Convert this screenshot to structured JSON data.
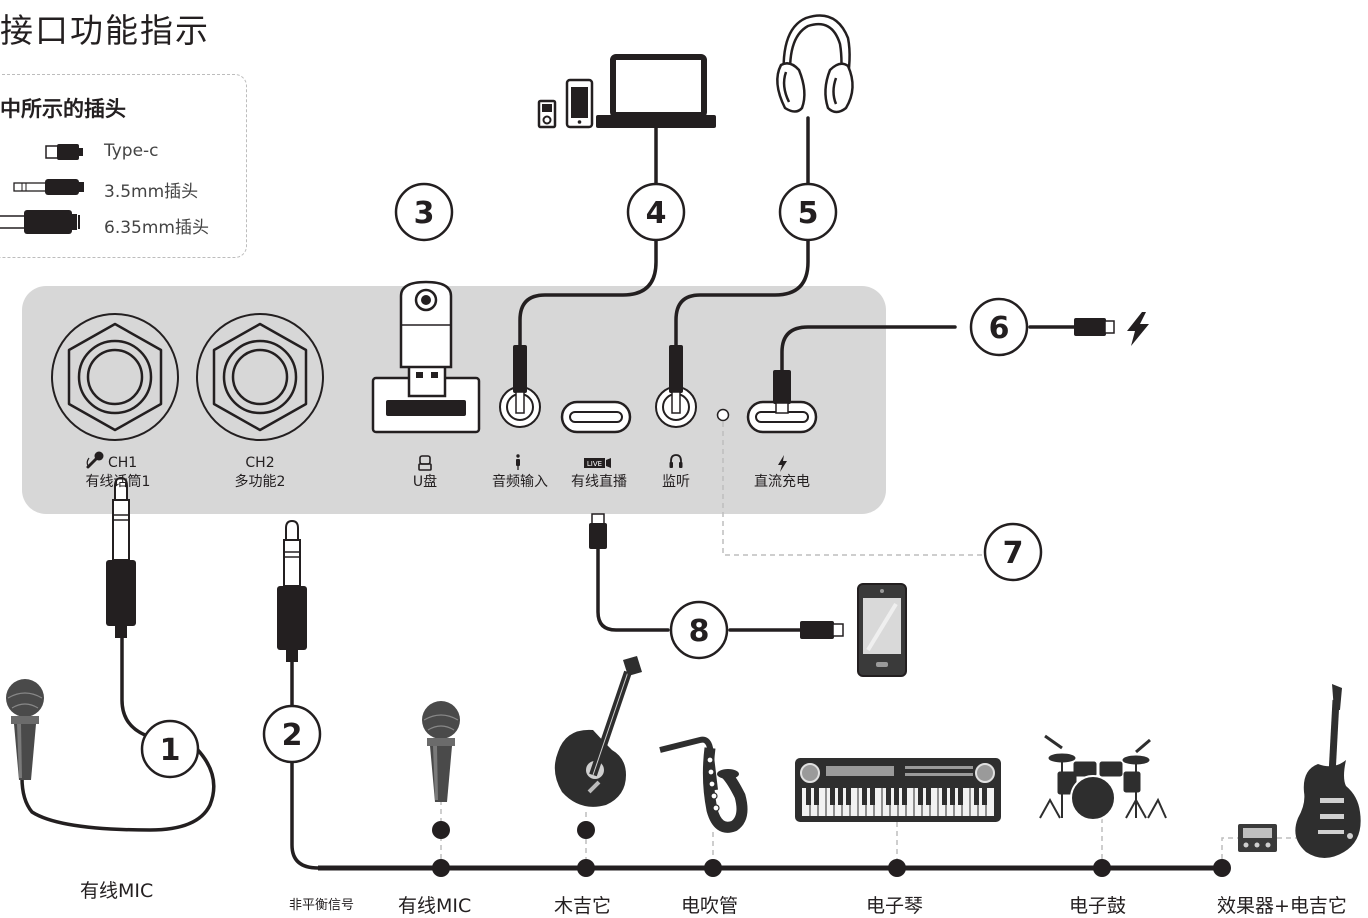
{
  "title": "接口功能指示",
  "legend": {
    "title": "中所示的插头",
    "items": [
      {
        "label": "Type-c",
        "icon": "type-c-plug-icon"
      },
      {
        "label": "3.5mm插头",
        "icon": "3-5mm-plug-icon"
      },
      {
        "label": "6.35mm插头",
        "icon": "6-35mm-plug-icon"
      }
    ]
  },
  "ports": {
    "ch1": {
      "name": "CH1",
      "label": "有线话筒1",
      "icon": "microphone-icon"
    },
    "ch2": {
      "name": "CH2",
      "label": "多功能2"
    },
    "usb": {
      "label": "U盘",
      "icon": "usb-drive-icon"
    },
    "audio_in": {
      "label": "音频输入",
      "icon": "audio-plug-icon"
    },
    "live": {
      "label": "有线直播",
      "icon": "live-camera-icon",
      "badge": "LIVE"
    },
    "monitor": {
      "label": "监听",
      "icon": "headphone-icon"
    },
    "dc": {
      "label": "直流充电",
      "icon": "lightning-icon"
    }
  },
  "numbers": [
    "1",
    "2",
    "3",
    "4",
    "5",
    "6",
    "7",
    "8"
  ],
  "bottom": {
    "left_mic": "有线MIC",
    "unbalanced": "非平衡信号",
    "instruments": [
      "有线MIC",
      "木吉它",
      "电吹管",
      "电子琴",
      "电子鼓",
      "效果器+电吉它"
    ]
  },
  "colors": {
    "panel": "#d7d7d7",
    "ink": "#231f20",
    "dashed": "#bdbdbd"
  }
}
